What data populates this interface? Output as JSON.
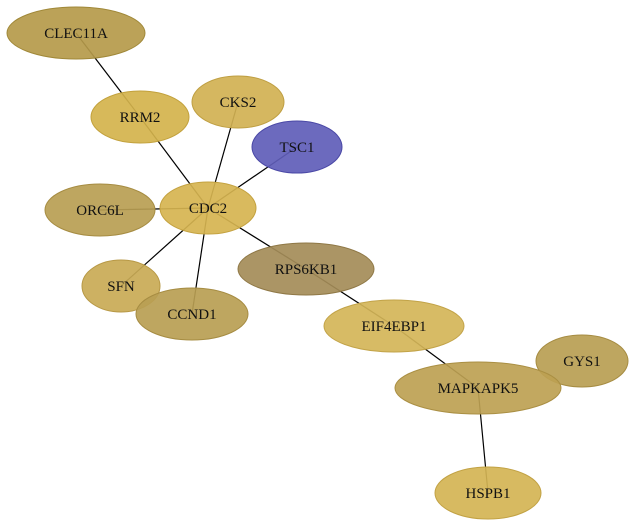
{
  "nodes": [
    {
      "id": "CLEC11A",
      "label": "CLEC11A",
      "fill": "#b59a4a",
      "stroke": "#a08838"
    },
    {
      "id": "RRM2",
      "label": "RRM2",
      "fill": "#d4b34c",
      "stroke": "#c2a13c"
    },
    {
      "id": "CKS2",
      "label": "CKS2",
      "fill": "#d1b152",
      "stroke": "#bf9f42"
    },
    {
      "id": "TSC1",
      "label": "TSC1",
      "fill": "#5f5db9",
      "stroke": "#4a48a6"
    },
    {
      "id": "ORC6L",
      "label": "ORC6L",
      "fill": "#b99e52",
      "stroke": "#a68c42"
    },
    {
      "id": "CDC2",
      "label": "CDC2",
      "fill": "#d6b450",
      "stroke": "#c4a240"
    },
    {
      "id": "RPS6KB1",
      "label": "RPS6KB1",
      "fill": "#a48c58",
      "stroke": "#8f7846"
    },
    {
      "id": "SFN",
      "label": "SFN",
      "fill": "#c9aa55",
      "stroke": "#b79845"
    },
    {
      "id": "CCND1",
      "label": "CCND1",
      "fill": "#b99e52",
      "stroke": "#a68c42"
    },
    {
      "id": "EIF4EBP1",
      "label": "EIF4EBP1",
      "fill": "#d4b558",
      "stroke": "#c2a348"
    },
    {
      "id": "GYS1",
      "label": "GYS1",
      "fill": "#b99e52",
      "stroke": "#a68c42"
    },
    {
      "id": "MAPKAPK5",
      "label": "MAPKAPK5",
      "fill": "#bda153",
      "stroke": "#aa8f43"
    },
    {
      "id": "HSPB1",
      "label": "HSPB1",
      "fill": "#d4b454",
      "stroke": "#c2a244"
    }
  ],
  "edges": [
    [
      "CLEC11A",
      "RRM2"
    ],
    [
      "RRM2",
      "CDC2"
    ],
    [
      "CKS2",
      "CDC2"
    ],
    [
      "TSC1",
      "CDC2"
    ],
    [
      "ORC6L",
      "CDC2"
    ],
    [
      "SFN",
      "CDC2"
    ],
    [
      "CCND1",
      "CDC2"
    ],
    [
      "CDC2",
      "RPS6KB1"
    ],
    [
      "RPS6KB1",
      "EIF4EBP1"
    ],
    [
      "EIF4EBP1",
      "MAPKAPK5"
    ],
    [
      "MAPKAPK5",
      "HSPB1"
    ]
  ]
}
